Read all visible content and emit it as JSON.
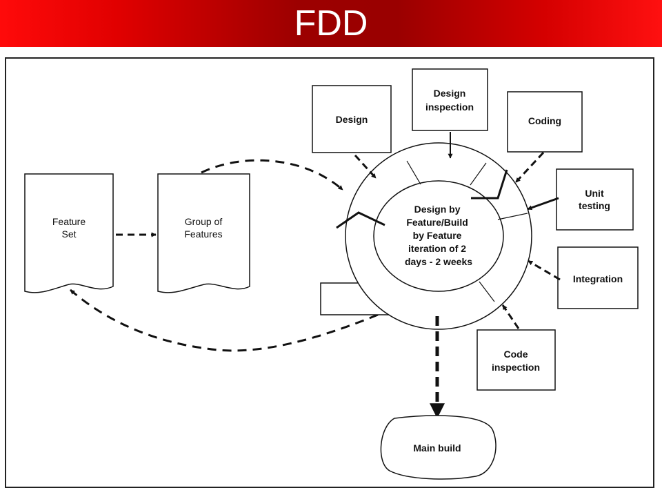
{
  "title": "FDD",
  "nodes": {
    "feature_set": [
      "Feature",
      "Set"
    ],
    "group_of_features": [
      "Group of",
      "Features"
    ],
    "design": [
      "Design"
    ],
    "design_inspection": [
      "Design",
      "inspection"
    ],
    "coding": [
      "Coding"
    ],
    "unit_testing": [
      "Unit",
      "testing"
    ],
    "integration": [
      "Integration"
    ],
    "code_inspection": [
      "Code",
      "inspection"
    ],
    "center": [
      "Design by",
      "Feature/Build",
      "by Feature",
      "iteration of 2",
      "days - 2 weeks"
    ],
    "main_build": [
      "Main build"
    ]
  },
  "colors": {
    "banner_red": "#e00000",
    "banner_dark": "#9c0000",
    "title": "#ffffff",
    "stroke": "#111111"
  }
}
